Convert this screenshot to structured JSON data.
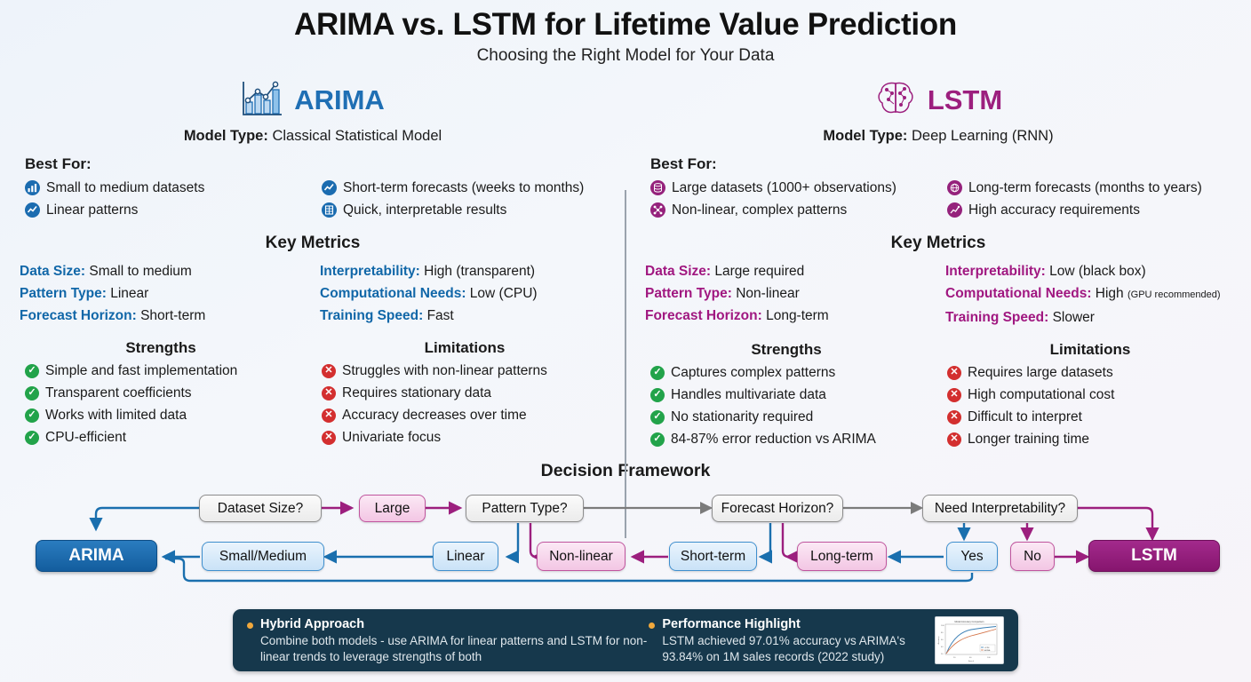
{
  "header": {
    "title": "ARIMA vs. LSTM for Lifetime Value Prediction",
    "subtitle": "Choosing the Right Model for Your Data"
  },
  "colors": {
    "arima": "#1f6fb4",
    "lstm": "#9c1f7e",
    "arima_key": "#1167a8",
    "lstm_key": "#a01780",
    "check": "#22a34a",
    "cross": "#d32f2f",
    "callout_bg": "#16384c",
    "callout_dot": "#f0a83c"
  },
  "arima": {
    "name": "ARIMA",
    "icon": "bar-chart-trend-icon",
    "model_type_label": "Model Type:",
    "model_type_value": "Classical Statistical Model",
    "best_for_heading": "Best For:",
    "best_for_left": [
      "Small to medium datasets",
      "Linear patterns"
    ],
    "best_for_right": [
      "Short-term forecasts (weeks to months)",
      "Quick, interpretable results"
    ],
    "key_metrics_heading": "Key Metrics",
    "metrics_left": [
      {
        "key": "Data Size:",
        "value": "Small to medium"
      },
      {
        "key": "Pattern Type:",
        "value": "Linear"
      },
      {
        "key": "Forecast Horizon:",
        "value": "Short-term"
      }
    ],
    "metrics_right": [
      {
        "key": "Interpretability:",
        "value": "High (transparent)",
        "note": ""
      },
      {
        "key": "Computational Needs:",
        "value": "Low (CPU)",
        "note": ""
      },
      {
        "key": "Training Speed:",
        "value": "Fast",
        "note": ""
      }
    ],
    "strengths_heading": "Strengths",
    "strengths": [
      "Simple and fast implementation",
      "Transparent coefficients",
      "Works with limited data",
      "CPU-efficient"
    ],
    "limitations_heading": "Limitations",
    "limitations": [
      "Struggles with non-linear patterns",
      "Requires stationary data",
      "Accuracy decreases over time",
      "Univariate focus"
    ]
  },
  "lstm": {
    "name": "LSTM",
    "icon": "brain-network-icon",
    "model_type_label": "Model Type:",
    "model_type_value": "Deep Learning (RNN)",
    "best_for_heading": "Best For:",
    "best_for_left": [
      "Large datasets (1000+ observations)",
      "Non-linear, complex patterns"
    ],
    "best_for_right": [
      "Long-term forecasts (months to years)",
      "High accuracy requirements"
    ],
    "key_metrics_heading": "Key Metrics",
    "metrics_left": [
      {
        "key": "Data Size:",
        "value": "Large required"
      },
      {
        "key": "Pattern Type:",
        "value": "Non-linear"
      },
      {
        "key": "Forecast Horizon:",
        "value": "Long-term"
      }
    ],
    "metrics_right": [
      {
        "key": "Interpretability:",
        "value": "Low (black box)",
        "note": ""
      },
      {
        "key": "Computational Needs:",
        "value": "High",
        "note": "(GPU recommended)"
      },
      {
        "key": "Training Speed:",
        "value": "Slower",
        "note": ""
      }
    ],
    "strengths_heading": "Strengths",
    "strengths": [
      "Captures complex patterns",
      "Handles multivariate data",
      "No stationarity required",
      "84-87% error reduction vs ARIMA"
    ],
    "limitations_heading": "Limitations",
    "limitations": [
      "Requires large datasets",
      "High computational cost",
      "Difficult to interpret",
      "Longer training time"
    ]
  },
  "framework": {
    "title": "Decision Framework",
    "nodes": {
      "dataset_size": "Dataset Size?",
      "large": "Large",
      "pattern_type": "Pattern Type?",
      "forecast_horizon": "Forecast Horizon?",
      "need_interpretability": "Need Interpretability?",
      "arima": "ARIMA",
      "small_medium": "Small/Medium",
      "linear": "Linear",
      "non_linear": "Non-linear",
      "short_term": "Short-term",
      "long_term": "Long-term",
      "yes": "Yes",
      "no": "No",
      "lstm": "LSTM"
    }
  },
  "callout": {
    "hybrid_title": "Hybrid Approach",
    "hybrid_body": "Combine both models - use ARIMA for linear patterns and LSTM for non-linear trends to leverage strengths of both",
    "perf_title": "Performance Highlight",
    "perf_body": "LSTM achieved 97.01% accuracy vs ARIMA's 93.84% on 1M sales records (2022 study)",
    "thumbnail": "line-chart-thumbnail"
  },
  "chart_data": {
    "type": "line",
    "title": "Model accuracy comparison",
    "series": [
      {
        "name": "LSTM",
        "color": "#3a7fb5",
        "final_value": 97.01
      },
      {
        "name": "ARIMA",
        "color": "#d4754a",
        "final_value": 93.84
      }
    ],
    "xlabel": "Epoch",
    "ylabel": "Accuracy",
    "note": "small thumbnail in callout: two rising saturating curves"
  }
}
